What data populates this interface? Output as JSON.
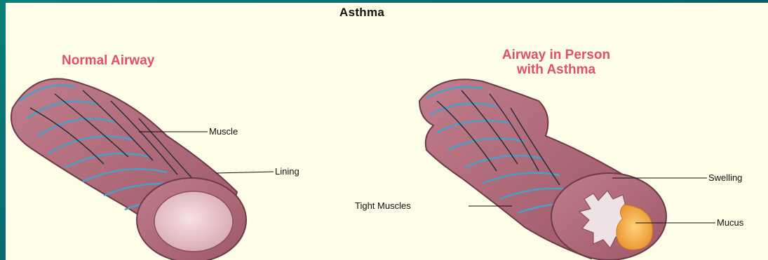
{
  "title": "Asthma",
  "normal": {
    "heading": "Normal Airway",
    "labels": {
      "muscle": "Muscle",
      "lining": "Lining"
    }
  },
  "asthma": {
    "heading_line1": "Airway in Person",
    "heading_line2": "with Asthma",
    "labels": {
      "swelling": "Swelling",
      "tight_muscles": "Tight Muscles",
      "mucus": "Mucus"
    }
  },
  "colors": {
    "frame": "#08766f",
    "background": "#fdfde8",
    "airway_wall": "#b26c7a",
    "airway_inner": "#e6c4c8",
    "muscle_band": "#4a9fc7",
    "mucus": "#f4a83a",
    "heading": "#e0506c"
  }
}
